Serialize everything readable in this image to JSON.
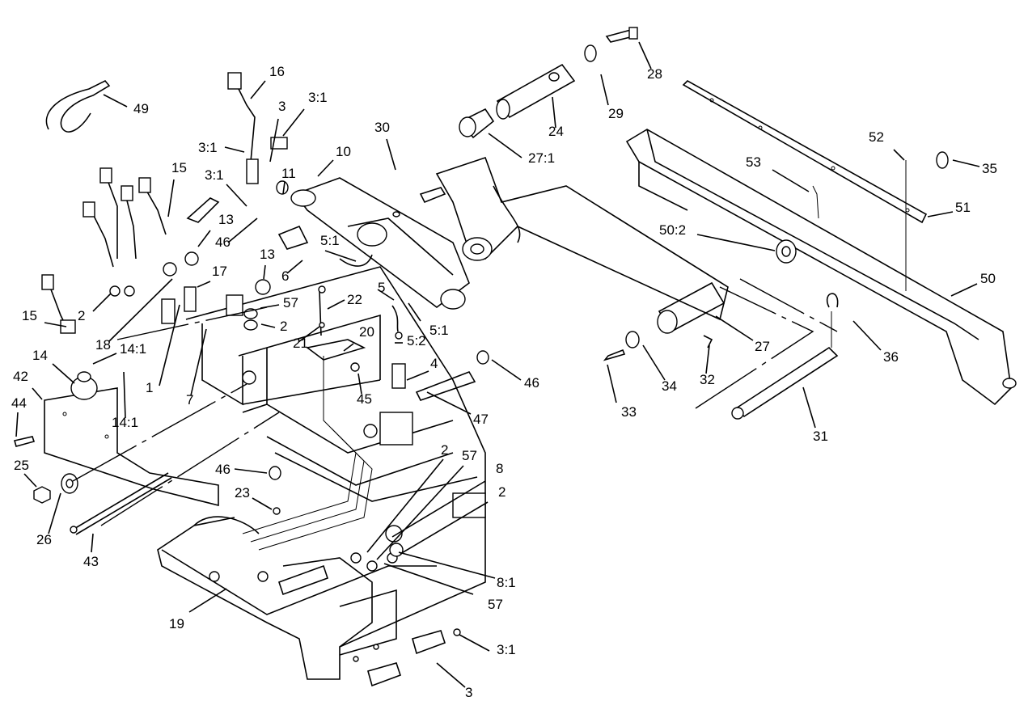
{
  "callouts": [
    {
      "id": "c16",
      "text": "16"
    },
    {
      "id": "c49",
      "text": "49"
    },
    {
      "id": "c3a",
      "text": "3"
    },
    {
      "id": "c3_1a",
      "text": "3:1"
    },
    {
      "id": "c3_1b",
      "text": "3:1"
    },
    {
      "id": "c3_1c",
      "text": "3:1"
    },
    {
      "id": "c15a",
      "text": "15"
    },
    {
      "id": "c10",
      "text": "10"
    },
    {
      "id": "c11",
      "text": "11"
    },
    {
      "id": "c30",
      "text": "30"
    },
    {
      "id": "c27_1",
      "text": "27:1"
    },
    {
      "id": "c24",
      "text": "24"
    },
    {
      "id": "c29",
      "text": "29"
    },
    {
      "id": "c28",
      "text": "28"
    },
    {
      "id": "c13a",
      "text": "13"
    },
    {
      "id": "c46a",
      "text": "46"
    },
    {
      "id": "c5_1a",
      "text": "5:1"
    },
    {
      "id": "c6",
      "text": "6"
    },
    {
      "id": "c17",
      "text": "17"
    },
    {
      "id": "c13b",
      "text": "13"
    },
    {
      "id": "c2a",
      "text": "2"
    },
    {
      "id": "c18",
      "text": "18"
    },
    {
      "id": "c15b",
      "text": "15"
    },
    {
      "id": "c57a",
      "text": "57"
    },
    {
      "id": "c22",
      "text": "22"
    },
    {
      "id": "c5",
      "text": "5"
    },
    {
      "id": "c5_1b",
      "text": "5:1"
    },
    {
      "id": "c2b",
      "text": "2"
    },
    {
      "id": "c21",
      "text": "21"
    },
    {
      "id": "c20",
      "text": "20"
    },
    {
      "id": "c5_2",
      "text": "5:2"
    },
    {
      "id": "c14",
      "text": "14"
    },
    {
      "id": "c14_1a",
      "text": "14:1"
    },
    {
      "id": "c1",
      "text": "1"
    },
    {
      "id": "c7",
      "text": "7"
    },
    {
      "id": "c42",
      "text": "42"
    },
    {
      "id": "c44",
      "text": "44"
    },
    {
      "id": "c14_1b",
      "text": "14:1"
    },
    {
      "id": "c45",
      "text": "45"
    },
    {
      "id": "c4",
      "text": "4"
    },
    {
      "id": "c46b",
      "text": "46"
    },
    {
      "id": "c47",
      "text": "47"
    },
    {
      "id": "c52",
      "text": "52"
    },
    {
      "id": "c35",
      "text": "35"
    },
    {
      "id": "c53",
      "text": "53"
    },
    {
      "id": "c51",
      "text": "51"
    },
    {
      "id": "c50_2",
      "text": "50:2"
    },
    {
      "id": "c50",
      "text": "50"
    },
    {
      "id": "c27",
      "text": "27"
    },
    {
      "id": "c36",
      "text": "36"
    },
    {
      "id": "c34",
      "text": "34"
    },
    {
      "id": "c32",
      "text": "32"
    },
    {
      "id": "c33",
      "text": "33"
    },
    {
      "id": "c31",
      "text": "31"
    },
    {
      "id": "c25",
      "text": "25"
    },
    {
      "id": "c26",
      "text": "26"
    },
    {
      "id": "c43",
      "text": "43"
    },
    {
      "id": "c46c",
      "text": "46"
    },
    {
      "id": "c23",
      "text": "23"
    },
    {
      "id": "c2c",
      "text": "2"
    },
    {
      "id": "c57b",
      "text": "57"
    },
    {
      "id": "c8",
      "text": "8"
    },
    {
      "id": "c2d",
      "text": "2"
    },
    {
      "id": "c8_1",
      "text": "8:1"
    },
    {
      "id": "c57c",
      "text": "57"
    },
    {
      "id": "c19",
      "text": "19"
    },
    {
      "id": "c3_1d",
      "text": "3:1"
    },
    {
      "id": "c3b",
      "text": "3"
    }
  ]
}
